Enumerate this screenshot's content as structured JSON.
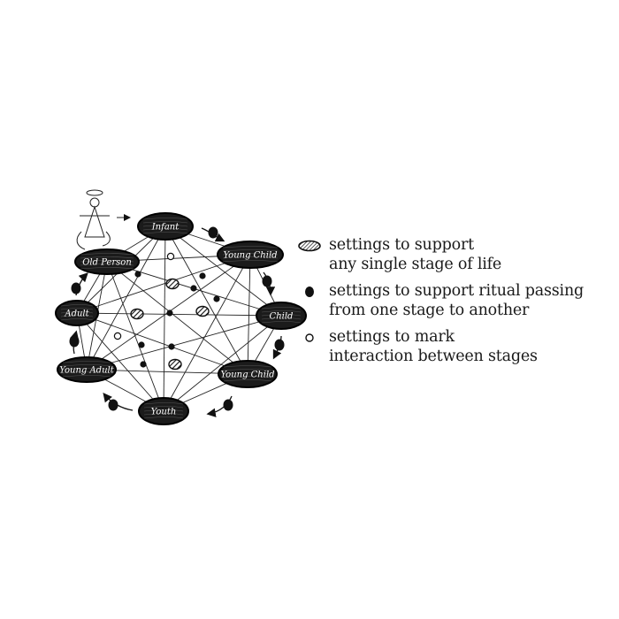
{
  "stages": [
    {
      "label": "Infant"
    },
    {
      "label": "Young Child"
    },
    {
      "label": "Child"
    },
    {
      "label": "Young Child"
    },
    {
      "label": "Youth"
    },
    {
      "label": "Young Adult"
    },
    {
      "label": "Adult"
    },
    {
      "label": "Old Person"
    }
  ],
  "legend": [
    {
      "line1": "settings to support",
      "line2": "any single stage of life",
      "symbol": "hatched"
    },
    {
      "line1": "settings to support ritual passing",
      "line2": "from one stage to another",
      "symbol": "filled"
    },
    {
      "line1": "settings to mark",
      "line2": "interaction between stages",
      "symbol": "hollow"
    }
  ]
}
